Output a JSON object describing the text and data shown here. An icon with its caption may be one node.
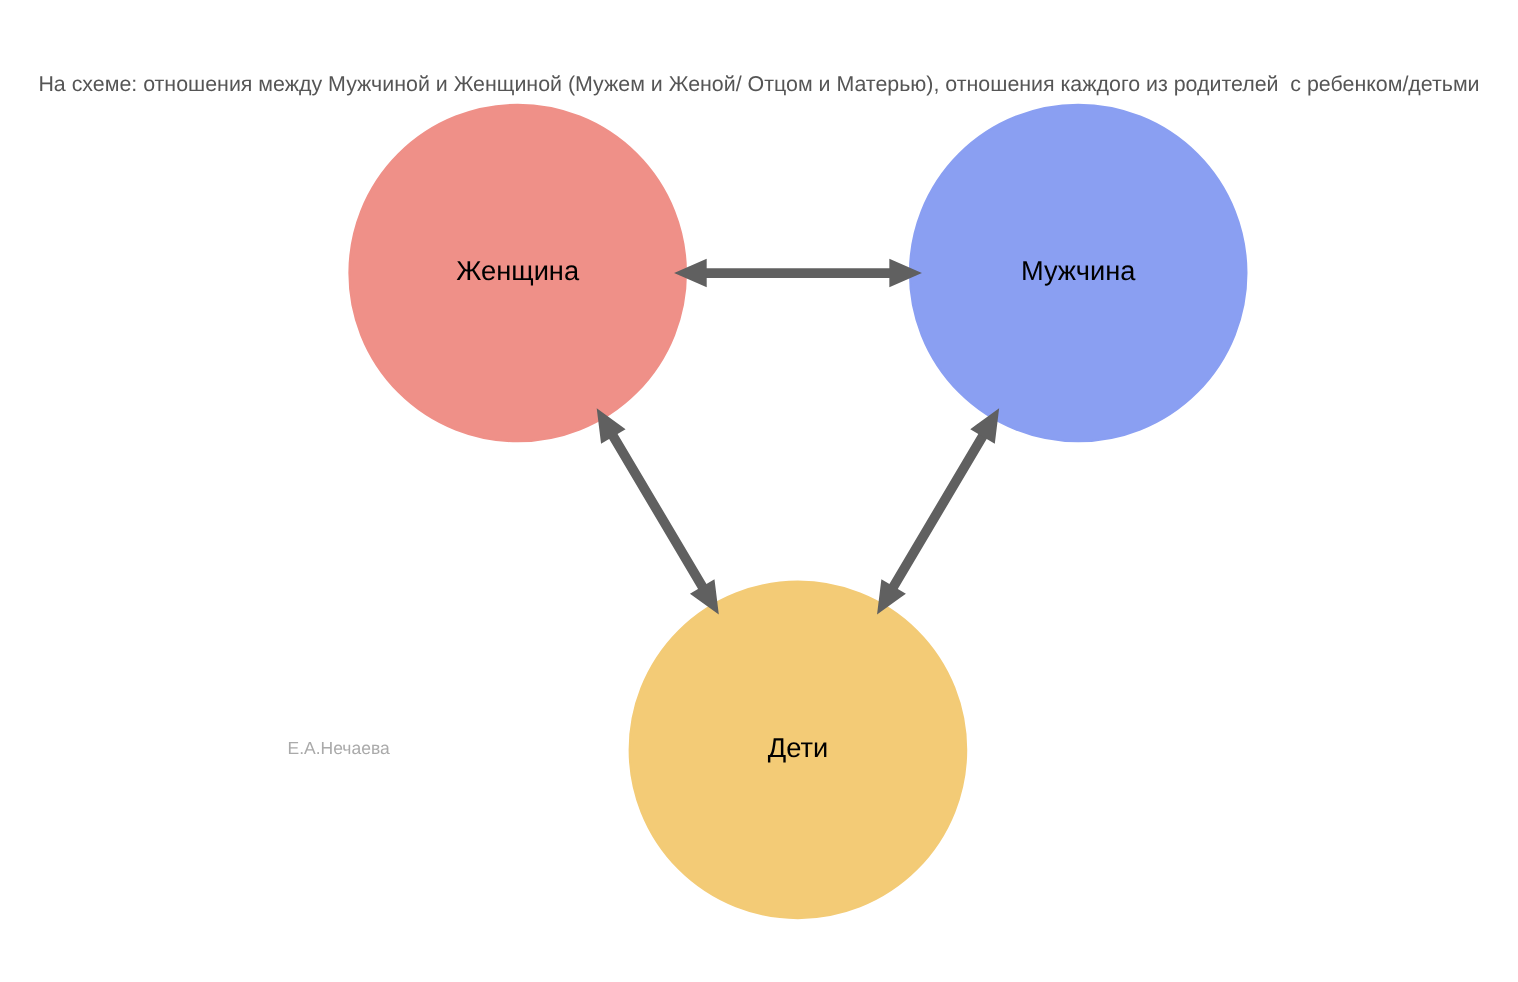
{
  "diagram": {
    "title": "На схеме: отношения между Мужчиной и Женщиной (Мужем и Женой/ Отцом и Матерью), отношения каждого из родителей  с ребенком/детьми",
    "nodes": [
      {
        "text": [
          "Женщина"
        ]
      },
      {
        "text": [
          "Мужчина"
        ]
      },
      {
        "text": [
          "Дети"
        ]
      }
    ],
    "edges": [
      {
        "from": 0,
        "to": 1,
        "arrow": "both"
      },
      {
        "from": 0,
        "to": 2,
        "arrow": "both"
      },
      {
        "from": 1,
        "to": 2,
        "arrow": "both"
      }
    ],
    "labels": [
      "Е.А.Нечаева"
    ]
  }
}
